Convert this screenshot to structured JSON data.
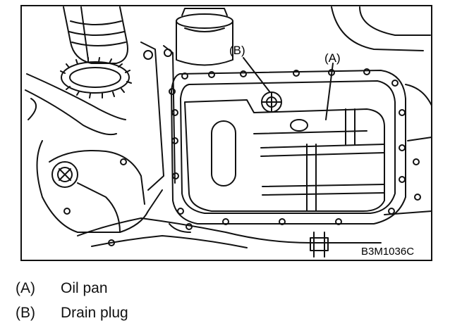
{
  "diagram": {
    "reference_code": "B3M1036C",
    "callouts": [
      {
        "key": "B",
        "label": "(B)"
      },
      {
        "key": "A",
        "label": "(A)"
      }
    ]
  },
  "legend": [
    {
      "key": "(A)",
      "text": "Oil pan"
    },
    {
      "key": "(B)",
      "text": "Drain plug"
    }
  ],
  "colors": {
    "ink": "#111111",
    "paper": "#ffffff",
    "frame": "#111111"
  }
}
